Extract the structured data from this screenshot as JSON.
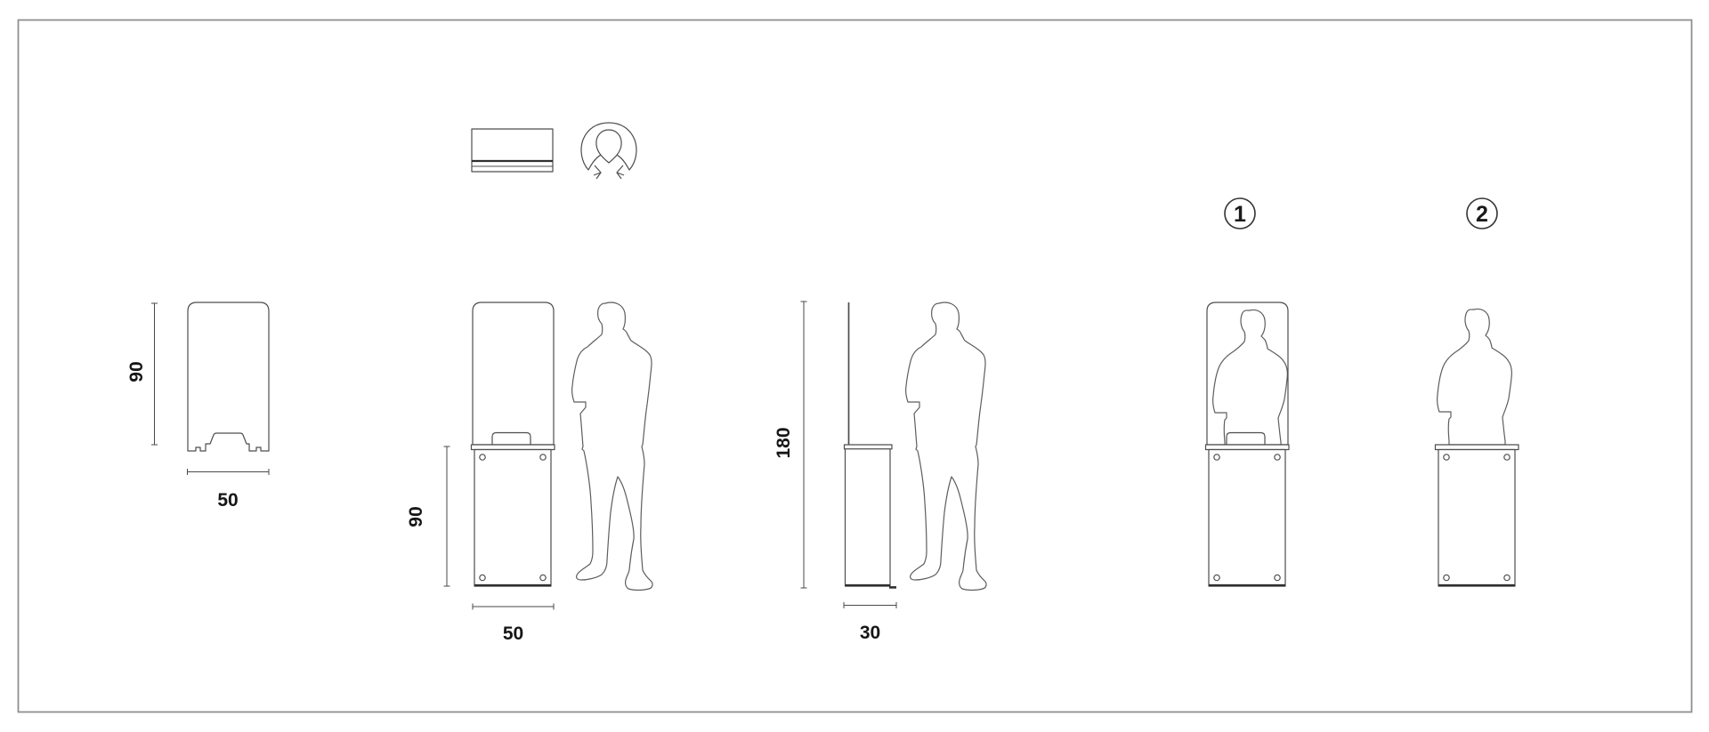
{
  "page": {
    "background": "#ffffff",
    "border_color": "#8f8f8f"
  },
  "colors": {
    "outline": "#4d4d4d",
    "heavy_line": "#2f2f2f",
    "dimension_text": "#161616"
  },
  "labels": {
    "screen_height": "90",
    "screen_width": "50",
    "base_height": "90",
    "base_width": "50",
    "total_height": "180",
    "base_depth": "30",
    "variant_1": "1",
    "variant_2": "2"
  }
}
